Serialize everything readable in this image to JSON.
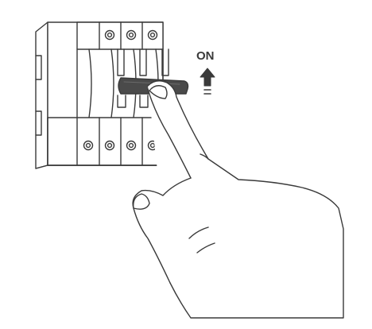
{
  "diagram": {
    "on_label": "ON",
    "colors": {
      "line": "#3a3a3a",
      "handle_fill": "#4a4a4a",
      "background": "#ffffff"
    },
    "icons": [
      "circuit-breaker",
      "arrow-up-icon",
      "hand"
    ]
  }
}
